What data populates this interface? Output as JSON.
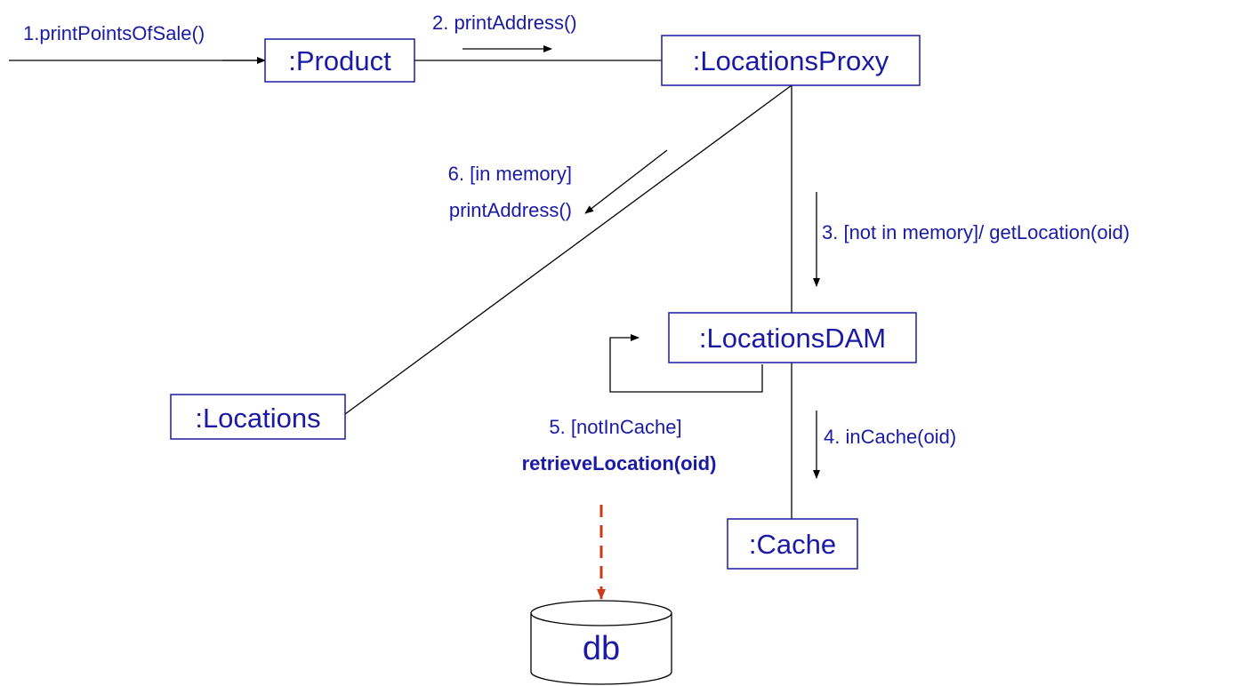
{
  "objects": {
    "product": ":Product",
    "locations_proxy": ":LocationsProxy",
    "locations_dam": ":LocationsDAM",
    "locations": ":Locations",
    "cache": ":Cache",
    "db": "db"
  },
  "messages": {
    "m1": "1.printPointsOfSale()",
    "m2": "2. printAddress()",
    "m3": "3. [not in memory]/ getLocation(oid)",
    "m4": "4. inCache(oid)",
    "m5_line1": "5. [notInCache]",
    "m5_line2": "retrieveLocation(oid)",
    "m6_line1": "6. [in memory]",
    "m6_line2": "printAddress()"
  },
  "colors": {
    "object_border": "#1a1aa6",
    "text": "#1a1aa6",
    "db_access_arrow": "#cc3a1a",
    "link_line": "#000000"
  }
}
